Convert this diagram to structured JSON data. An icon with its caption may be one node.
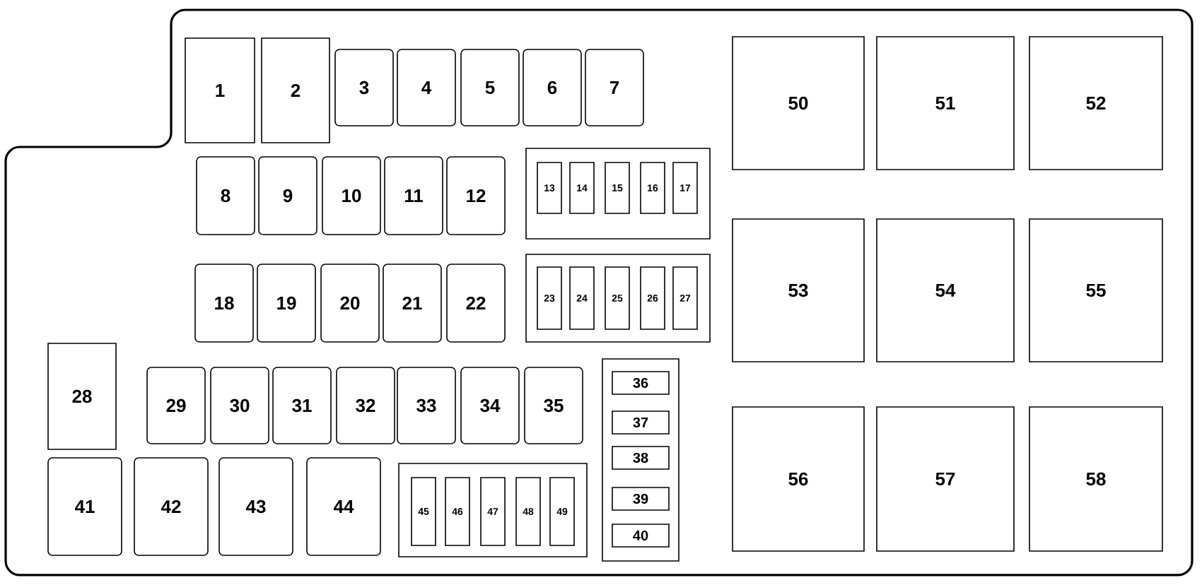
{
  "diagram": {
    "nodes": [
      {
        "text": [
          "1"
        ]
      },
      {
        "text": [
          "2"
        ]
      },
      {
        "text": [
          "3"
        ]
      },
      {
        "text": [
          "4"
        ]
      },
      {
        "text": [
          "5"
        ]
      },
      {
        "text": [
          "6"
        ]
      },
      {
        "text": [
          "7"
        ]
      },
      {
        "text": [
          "8"
        ]
      },
      {
        "text": [
          "9"
        ]
      },
      {
        "text": [
          "10"
        ]
      },
      {
        "text": [
          "11"
        ]
      },
      {
        "text": [
          "12"
        ]
      },
      {
        "text": [],
        "shape": "box"
      },
      {
        "text": [
          "13"
        ],
        "in": 12
      },
      {
        "text": [
          "14"
        ],
        "in": 12
      },
      {
        "text": [
          "15"
        ],
        "in": 12
      },
      {
        "text": [
          "16"
        ],
        "in": 12
      },
      {
        "text": [
          "17"
        ],
        "in": 12
      },
      {
        "text": [
          "18"
        ]
      },
      {
        "text": [
          "19"
        ]
      },
      {
        "text": [
          "20"
        ]
      },
      {
        "text": [
          "21"
        ]
      },
      {
        "text": [
          "22"
        ]
      },
      {
        "text": [],
        "shape": "box"
      },
      {
        "text": [
          "23"
        ],
        "in": 23
      },
      {
        "text": [
          "24"
        ],
        "in": 23
      },
      {
        "text": [
          "25"
        ],
        "in": 23
      },
      {
        "text": [
          "26"
        ],
        "in": 23
      },
      {
        "text": [
          "27"
        ],
        "in": 23
      },
      {
        "text": [
          "28"
        ]
      },
      {
        "text": [
          "29"
        ]
      },
      {
        "text": [
          "30"
        ]
      },
      {
        "text": [
          "31"
        ]
      },
      {
        "text": [
          "32"
        ]
      },
      {
        "text": [
          "33"
        ]
      },
      {
        "text": [
          "34"
        ]
      },
      {
        "text": [
          "35"
        ]
      },
      {
        "text": [],
        "shape": "box"
      },
      {
        "text": [
          "36"
        ],
        "in": 37
      },
      {
        "text": [
          "37"
        ],
        "in": 37
      },
      {
        "text": [
          "38"
        ],
        "in": 37
      },
      {
        "text": [
          "39"
        ],
        "in": 37
      },
      {
        "text": [
          "40"
        ],
        "in": 37
      },
      {
        "text": [
          "41"
        ]
      },
      {
        "text": [
          "42"
        ]
      },
      {
        "text": [
          "43"
        ]
      },
      {
        "text": [
          "44"
        ]
      },
      {
        "text": [],
        "shape": "box"
      },
      {
        "text": [
          "45"
        ],
        "in": 47
      },
      {
        "text": [
          "46"
        ],
        "in": 47
      },
      {
        "text": [
          "47"
        ],
        "in": 47
      },
      {
        "text": [
          "48"
        ],
        "in": 47
      },
      {
        "text": [
          "49"
        ],
        "in": 47
      },
      {
        "text": [
          "50"
        ]
      },
      {
        "text": [
          "51"
        ]
      },
      {
        "text": [
          "52"
        ]
      },
      {
        "text": [
          "53"
        ]
      },
      {
        "text": [
          "54"
        ]
      },
      {
        "text": [
          "55"
        ]
      },
      {
        "text": [
          "56"
        ]
      },
      {
        "text": [
          "57"
        ]
      },
      {
        "text": [
          "58"
        ]
      }
    ]
  }
}
